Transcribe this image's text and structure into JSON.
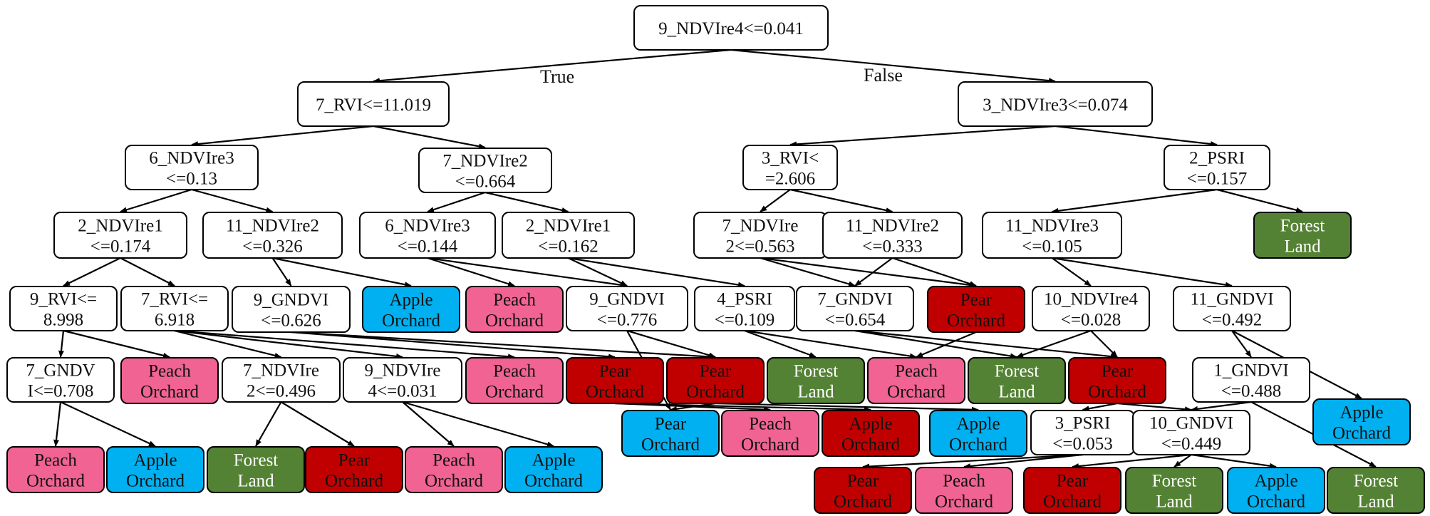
{
  "colors": {
    "split": "#ffffff",
    "peach": "#f06392",
    "apple": "#00b0f0",
    "pear": "#c00000",
    "forest": "#548235",
    "line": "#000000",
    "text_dark": "#111111",
    "text_light": "#ffffff"
  },
  "edge_labels": {
    "true": "True",
    "false": "False"
  },
  "nodes": [
    {
      "id": "n0",
      "lines": [
        "9_NDVIre4<=0.041"
      ],
      "kind": "split"
    },
    {
      "id": "n1",
      "lines": [
        "7_RVI<=11.019"
      ],
      "kind": "split"
    },
    {
      "id": "n2",
      "lines": [
        "3_NDVIre3<=0.074"
      ],
      "kind": "split"
    },
    {
      "id": "n3",
      "lines": [
        "6_NDVIre3",
        "<=0.13"
      ],
      "kind": "split"
    },
    {
      "id": "n4",
      "lines": [
        "7_NDVIre2",
        "<=0.664"
      ],
      "kind": "split"
    },
    {
      "id": "n5",
      "lines": [
        "3_RVI<",
        "=2.606"
      ],
      "kind": "split"
    },
    {
      "id": "n6",
      "lines": [
        "2_PSRI",
        "<=0.157"
      ],
      "kind": "split"
    },
    {
      "id": "n7",
      "lines": [
        "2_NDVIre1",
        "<=0.174"
      ],
      "kind": "split"
    },
    {
      "id": "n8",
      "lines": [
        "11_NDVIre2",
        "<=0.326"
      ],
      "kind": "split"
    },
    {
      "id": "n9",
      "lines": [
        "6_NDVIre3",
        "<=0.144"
      ],
      "kind": "split"
    },
    {
      "id": "n10",
      "lines": [
        "2_NDVIre1",
        "<=0.162"
      ],
      "kind": "split"
    },
    {
      "id": "n11",
      "lines": [
        "7_NDVIre",
        "2<=0.563"
      ],
      "kind": "split"
    },
    {
      "id": "n12",
      "lines": [
        "11_NDVIre2",
        "<=0.333"
      ],
      "kind": "split"
    },
    {
      "id": "n13",
      "lines": [
        "11_NDVIre3",
        "<=0.105"
      ],
      "kind": "split"
    },
    {
      "id": "n14",
      "lines": [
        "Forest",
        "Land"
      ],
      "kind": "forest"
    },
    {
      "id": "n15",
      "lines": [
        "9_RVI<=",
        "8.998"
      ],
      "kind": "split"
    },
    {
      "id": "n16",
      "lines": [
        "7_RVI<=",
        "6.918"
      ],
      "kind": "split"
    },
    {
      "id": "n17",
      "lines": [
        "9_GNDVI",
        "<=0.626"
      ],
      "kind": "split"
    },
    {
      "id": "n18",
      "lines": [
        "Apple",
        "Orchard"
      ],
      "kind": "apple"
    },
    {
      "id": "n19",
      "lines": [
        "Peach",
        "Orchard"
      ],
      "kind": "peach"
    },
    {
      "id": "n20",
      "lines": [
        "9_GNDVI",
        "<=0.776"
      ],
      "kind": "split"
    },
    {
      "id": "n21",
      "lines": [
        "4_PSRI",
        "<=0.109"
      ],
      "kind": "split"
    },
    {
      "id": "n22",
      "lines": [
        "7_GNDVI",
        "<=0.654"
      ],
      "kind": "split"
    },
    {
      "id": "n23",
      "lines": [
        "Pear",
        "Orchard"
      ],
      "kind": "pear"
    },
    {
      "id": "n24",
      "lines": [
        "10_NDVIre4",
        "<=0.028"
      ],
      "kind": "split"
    },
    {
      "id": "n25",
      "lines": [
        "11_GNDVI",
        "<=0.492"
      ],
      "kind": "split"
    },
    {
      "id": "n26",
      "lines": [
        "7_GNDV",
        "I<=0.708"
      ],
      "kind": "split"
    },
    {
      "id": "n27",
      "lines": [
        "Peach",
        "Orchard"
      ],
      "kind": "peach"
    },
    {
      "id": "n28",
      "lines": [
        "7_NDVIre",
        "2<=0.496"
      ],
      "kind": "split"
    },
    {
      "id": "n29",
      "lines": [
        "9_NDVIre",
        "4<=0.031"
      ],
      "kind": "split"
    },
    {
      "id": "n30",
      "lines": [
        "Peach",
        "Orchard"
      ],
      "kind": "peach"
    },
    {
      "id": "n31",
      "lines": [
        "Pear",
        "Orchard"
      ],
      "kind": "pear"
    },
    {
      "id": "n32",
      "lines": [
        "Pear",
        "Orchard"
      ],
      "kind": "pear"
    },
    {
      "id": "n33",
      "lines": [
        "Forest",
        "Land"
      ],
      "kind": "forest"
    },
    {
      "id": "n34",
      "lines": [
        "Peach",
        "Orchard"
      ],
      "kind": "peach"
    },
    {
      "id": "n35",
      "lines": [
        "Forest",
        "Land"
      ],
      "kind": "forest"
    },
    {
      "id": "n36",
      "lines": [
        "Pear",
        "Orchard"
      ],
      "kind": "pear"
    },
    {
      "id": "n37",
      "lines": [
        "1_GNDVI",
        "<=0.488"
      ],
      "kind": "split"
    },
    {
      "id": "n38",
      "lines": [
        "Apple",
        "Orchard"
      ],
      "kind": "apple"
    },
    {
      "id": "n39",
      "lines": [
        "Peach",
        "Orchard"
      ],
      "kind": "peach"
    },
    {
      "id": "n40",
      "lines": [
        "Pear",
        "Orchard"
      ],
      "kind": "pear"
    },
    {
      "id": "n41",
      "lines": [
        "Apple",
        "Orchard"
      ],
      "kind": "apple"
    },
    {
      "id": "n42",
      "lines": [
        "3_PSRI",
        "<=0.053"
      ],
      "kind": "split"
    },
    {
      "id": "n43",
      "lines": [
        "10_GNDVI",
        "<=0.449"
      ],
      "kind": "split"
    },
    {
      "id": "n44",
      "lines": [
        "Peach",
        "Orchard"
      ],
      "kind": "peach"
    },
    {
      "id": "n45",
      "lines": [
        "Apple",
        "Orchard"
      ],
      "kind": "apple"
    },
    {
      "id": "n46",
      "lines": [
        "Forest",
        "Land"
      ],
      "kind": "forest"
    },
    {
      "id": "n47",
      "lines": [
        "Pear",
        "Orchard"
      ],
      "kind": "pear"
    },
    {
      "id": "n48",
      "lines": [
        "Peach",
        "Orchard"
      ],
      "kind": "peach"
    },
    {
      "id": "n49",
      "lines": [
        "Apple",
        "Orchard"
      ],
      "kind": "apple"
    },
    {
      "id": "n50",
      "lines": [
        "Peach",
        "Orchard"
      ],
      "kind": "peach"
    },
    {
      "id": "n51",
      "lines": [
        "Apple",
        "Orchard"
      ],
      "kind": "apple"
    },
    {
      "id": "n52",
      "lines": [
        "Pear",
        "Orchard"
      ],
      "kind": "pear"
    },
    {
      "id": "n53",
      "lines": [
        "Peach",
        "Orchard"
      ],
      "kind": "peach"
    },
    {
      "id": "n54",
      "lines": [
        "Forest",
        "Land"
      ],
      "kind": "forest"
    },
    {
      "id": "n55",
      "lines": [
        "Apple",
        "Orchard"
      ],
      "kind": "apple"
    },
    {
      "id": "n56",
      "lines": [
        "Pear",
        "Orchard"
      ],
      "kind": "pear"
    },
    {
      "id": "n57",
      "lines": [
        "Forest",
        "Land"
      ],
      "kind": "forest"
    },
    {
      "id": "n58",
      "lines": [
        "Peach",
        "Orchard"
      ],
      "kind": "peach"
    },
    {
      "id": "n59",
      "lines": [
        "Apple",
        "Orchard"
      ],
      "kind": "apple"
    },
    {
      "id": "n60",
      "lines": [
        "Forest",
        "Land"
      ],
      "kind": "forest"
    },
    {
      "id": "n61",
      "lines": [
        "Pear",
        "Orchard"
      ],
      "kind": "pear"
    }
  ],
  "edges": [
    [
      "n0",
      "n1"
    ],
    [
      "n0",
      "n2"
    ],
    [
      "n1",
      "n3"
    ],
    [
      "n1",
      "n4"
    ],
    [
      "n2",
      "n5"
    ],
    [
      "n2",
      "n6"
    ],
    [
      "n3",
      "n7"
    ],
    [
      "n3",
      "n8"
    ],
    [
      "n4",
      "n9"
    ],
    [
      "n4",
      "n10"
    ],
    [
      "n5",
      "n11"
    ],
    [
      "n5",
      "n12"
    ],
    [
      "n6",
      "n13"
    ],
    [
      "n6",
      "n14"
    ],
    [
      "n7",
      "n15"
    ],
    [
      "n7",
      "n16"
    ],
    [
      "n8",
      "n17"
    ],
    [
      "n8",
      "n18"
    ],
    [
      "n9",
      "n19"
    ],
    [
      "n9",
      "n20"
    ],
    [
      "n10",
      "n20"
    ],
    [
      "n10",
      "n21"
    ],
    [
      "n11",
      "n22"
    ],
    [
      "n11",
      "n23"
    ],
    [
      "n12",
      "n23"
    ],
    [
      "n12",
      "n22"
    ],
    [
      "n13",
      "n24"
    ],
    [
      "n13",
      "n25"
    ],
    [
      "n15",
      "n26"
    ],
    [
      "n15",
      "n27"
    ],
    [
      "n16",
      "n28"
    ],
    [
      "n16",
      "n29"
    ],
    [
      "n17",
      "n31"
    ],
    [
      "n17",
      "n32"
    ],
    [
      "n16",
      "n30"
    ],
    [
      "n20",
      "n40"
    ],
    [
      "n20",
      "n32"
    ],
    [
      "n21",
      "n33"
    ],
    [
      "n21",
      "n34"
    ],
    [
      "n22",
      "n35"
    ],
    [
      "n22",
      "n36"
    ],
    [
      "n23",
      "n34"
    ],
    [
      "n24",
      "n36"
    ],
    [
      "n24",
      "n35"
    ],
    [
      "n25",
      "n37"
    ],
    [
      "n25",
      "n38"
    ],
    [
      "n26",
      "n53"
    ],
    [
      "n26",
      "n49"
    ],
    [
      "n28",
      "n54"
    ],
    [
      "n28",
      "n52"
    ],
    [
      "n29",
      "n50"
    ],
    [
      "n29",
      "n51"
    ],
    [
      "n31",
      "n39"
    ],
    [
      "n31",
      "n41"
    ],
    [
      "n32",
      "n40"
    ],
    [
      "n32",
      "n45"
    ],
    [
      "n36",
      "n42"
    ],
    [
      "n36",
      "n43"
    ],
    [
      "n37",
      "n43"
    ],
    [
      "n37",
      "n60"
    ],
    [
      "n42",
      "n56"
    ],
    [
      "n42",
      "n58"
    ],
    [
      "n43",
      "n57"
    ],
    [
      "n43",
      "n59"
    ],
    [
      "n43",
      "n61"
    ]
  ]
}
